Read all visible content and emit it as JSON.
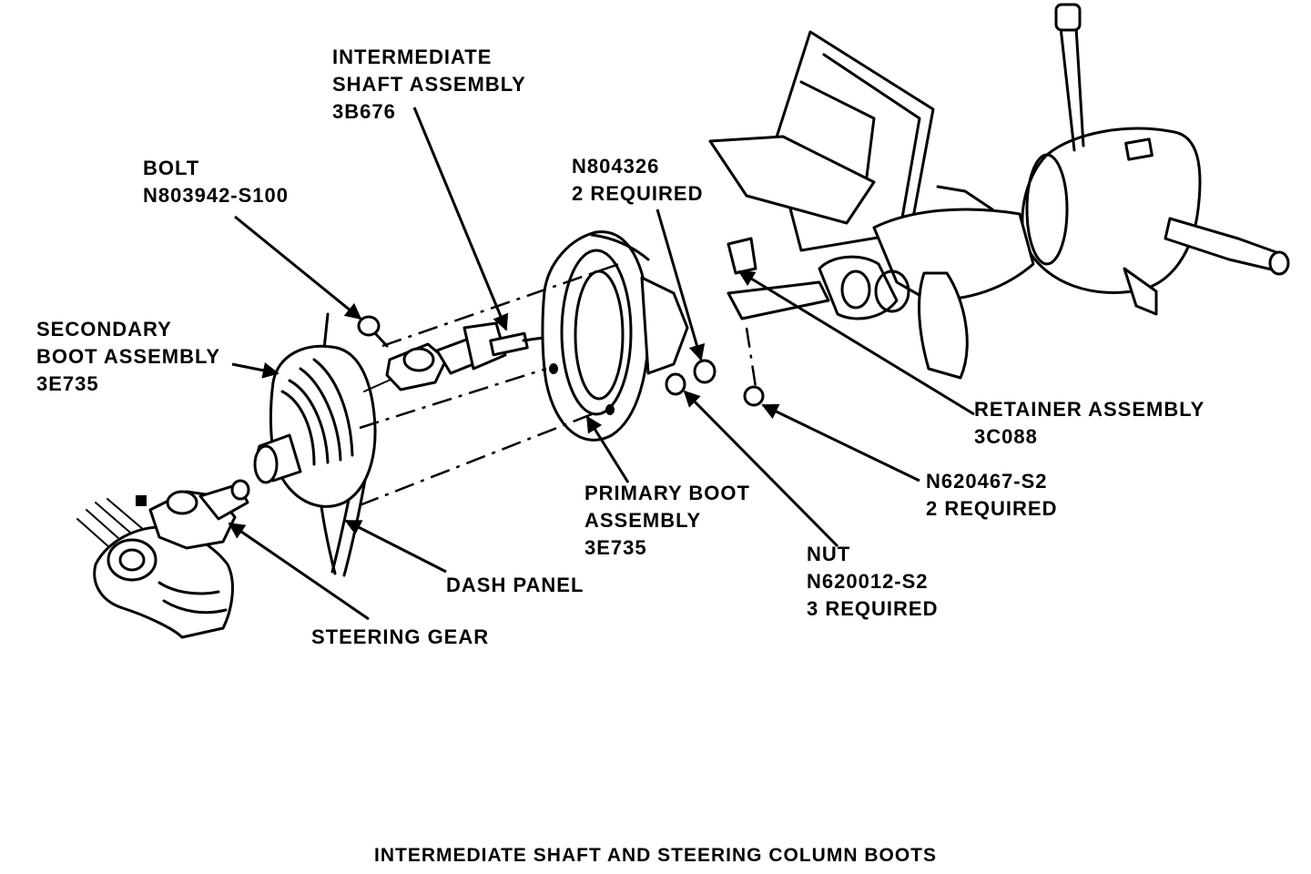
{
  "caption": "INTERMEDIATE SHAFT AND STEERING COLUMN BOOTS",
  "labels": {
    "intermediate_shaft": [
      "INTERMEDIATE",
      "SHAFT ASSEMBLY",
      "3B676"
    ],
    "bolt": [
      "BOLT",
      "N803942-S100"
    ],
    "n804326": [
      "N804326",
      "2 REQUIRED"
    ],
    "secondary_boot": [
      "SECONDARY",
      "BOOT ASSEMBLY",
      "3E735"
    ],
    "retainer": [
      "RETAINER ASSEMBLY",
      "3C088"
    ],
    "n620467": [
      "N620467-S2",
      "2 REQUIRED"
    ],
    "primary_boot": [
      "PRIMARY BOOT",
      "ASSEMBLY",
      "3E735"
    ],
    "nut": [
      "NUT",
      "N620012-S2",
      "3 REQUIRED"
    ],
    "dash_panel": [
      "DASH PANEL"
    ],
    "steering_gear": [
      "STEERING GEAR"
    ]
  }
}
